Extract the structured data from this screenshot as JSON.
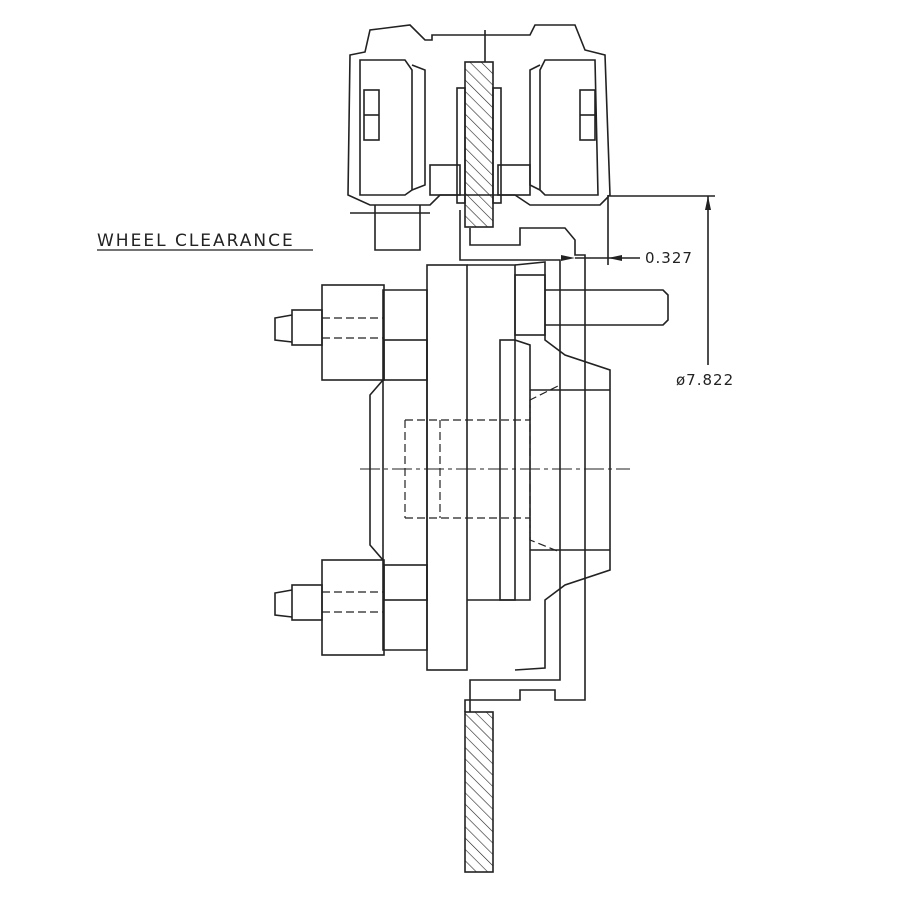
{
  "drawing": {
    "label": "WHEEL CLEARANCE",
    "dimensions": {
      "clearance": "0.327",
      "diameter": "ø7.822"
    }
  }
}
